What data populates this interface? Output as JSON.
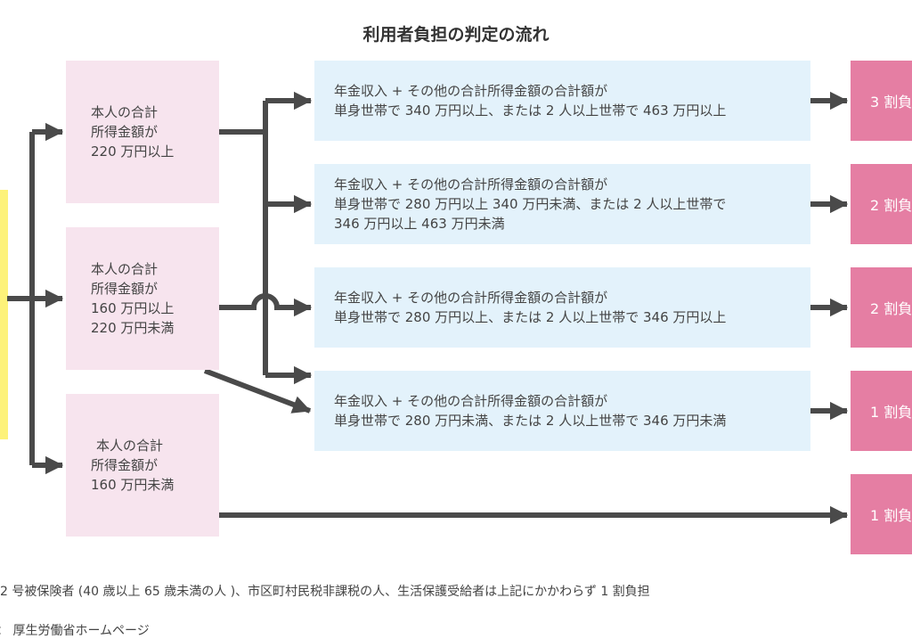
{
  "title": "利用者負担の判定の流れ",
  "income_boxes": [
    {
      "lines": [
        "本人の合計",
        "所得金額が",
        "220 万円以上"
      ]
    },
    {
      "lines": [
        "本人の合計",
        "所得金額が",
        "160 万円以上",
        "220 万円未満"
      ]
    },
    {
      "lines": [
        "本人の合計",
        "所得金額が",
        "160 万円未満"
      ]
    }
  ],
  "condition_boxes": [
    {
      "lines": [
        "年金収入 + その他の合計所得金額の合計額が",
        "単身世帯で 340 万円以上、または 2 人以上世帯で 463 万円以上"
      ]
    },
    {
      "lines": [
        "年金収入 + その他の合計所得金額の合計額が",
        "単身世帯で 280 万円以上 340 万円未満、または 2 人以上世帯で",
        "346 万円以上 463 万円未満"
      ]
    },
    {
      "lines": [
        "年金収入 + その他の合計所得金額の合計額が",
        "単身世帯で 280 万円以上、または 2 人以上世帯で 346 万円以上"
      ]
    },
    {
      "lines": [
        "年金収入 + その他の合計所得金額の合計額が",
        "単身世帯で 280 万円未満、または 2 人以上世帯で 346 万円未満"
      ]
    }
  ],
  "results": [
    "3 割負",
    "2 割負",
    "2 割負",
    "1 割負",
    "1 割負"
  ],
  "notes": [
    "2 号被保険者 (40 歳以上 65 歳未満の人 )、市区町村民税非課税の人、生活保護受給者は上記にかかわらず 1 割負担",
    "： 厚生労働省ホームページ"
  ],
  "colors": {
    "income": "#f7e4ee",
    "condition": "#e3f2fb",
    "result": "#e57ea3",
    "arrow": "#4a4a4a",
    "start": "#fdf27a"
  }
}
